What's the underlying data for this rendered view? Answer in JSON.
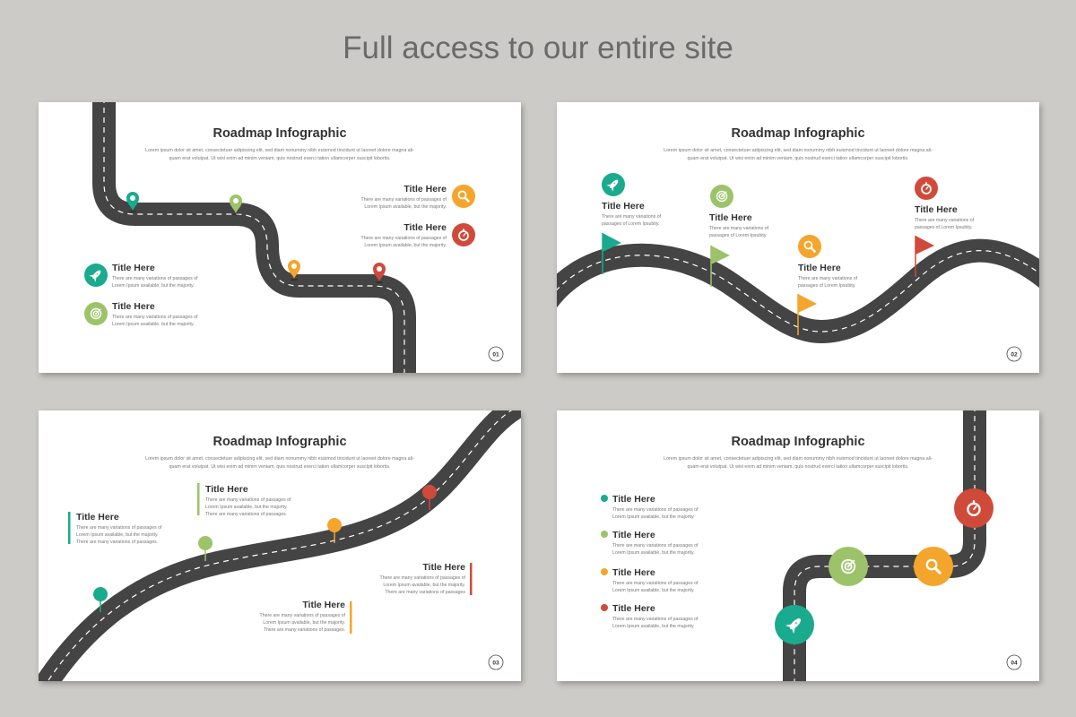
{
  "heading": "Full access to our entire site",
  "colors": {
    "teal": "#1aab8e",
    "green": "#9dc36a",
    "orange": "#f4a52b",
    "red": "#d04a3a",
    "road": "#444444",
    "title": "#333333",
    "body": "#777777"
  },
  "slides": [
    {
      "title": "Roadmap Infographic",
      "paragraph": [
        "Lorem ipsum dolor sit amet, consectetuer adipiscing elit, sed diam nonummy nibh euismod tincidunt ut laoreet dolore magna ali-",
        "quam erat volutpat. Ut wisi enim ad minim veniam, quis nostrud exerci tation ullamcorper suscipit lobortis."
      ],
      "number": "01",
      "items": [
        {
          "title": "Title Here",
          "desc": [
            "There are many variations of passages of",
            "Lorem Ipsum available, but the majority."
          ],
          "color": "teal",
          "icon": "rocket-icon"
        },
        {
          "title": "Title Here",
          "desc": [
            "There are many variations of passages of",
            "Lorem Ipsum available, but the majority."
          ],
          "color": "green",
          "icon": "target-icon"
        },
        {
          "title": "Title Here",
          "desc": [
            "There are many variations of passages of",
            "Lorem Ipsum available, but the majority."
          ],
          "color": "orange",
          "icon": "search-icon"
        },
        {
          "title": "Title Here",
          "desc": [
            "There are many variations of passages of",
            "Lorem Ipsum available, but the majority."
          ],
          "color": "red",
          "icon": "stopwatch-icon"
        }
      ]
    },
    {
      "title": "Roadmap Infographic",
      "paragraph": [
        "Lorem ipsum dolor sit amet, consectetuer adipiscing elit, sed diam nonummy nibh euismod tincidunt ut laoreet dolore magna ali-",
        "quam erat volutpat. Ut wisi enim ad minim veniam, quis nostrud exerci tation ullamcorper suscipit lobortis."
      ],
      "number": "02",
      "items": [
        {
          "title": "Title Here",
          "desc": [
            "There are many variations of",
            "passages of Lorem Ipsubity."
          ],
          "color": "teal",
          "icon": "rocket-icon"
        },
        {
          "title": "Title Here",
          "desc": [
            "There are many variations of",
            "passages of Lorem Ipsubity."
          ],
          "color": "green",
          "icon": "target-icon"
        },
        {
          "title": "Title Here",
          "desc": [
            "There are many variations of",
            "passages of Lorem Ipsubity."
          ],
          "color": "orange",
          "icon": "search-icon"
        },
        {
          "title": "Title Here",
          "desc": [
            "There are many variations of",
            "passages of Lorem Ipsubity."
          ],
          "color": "red",
          "icon": "stopwatch-icon"
        }
      ]
    },
    {
      "title": "Roadmap Infographic",
      "paragraph": [
        "Lorem ipsum dolor sit amet, consectetuer adipiscing elit, sed diam nonummy nibh euismod tincidunt ut laoreet dolore magna ali-",
        "quam erat volutpat. Ut wisi enim ad minim veniam, quis nostrud exerci tation ullamcorper suscipit lobortis."
      ],
      "number": "03",
      "items": [
        {
          "title": "Title Here",
          "desc": [
            "There are many variations of passages of",
            "Lorem Ipsum available, but the majority.",
            "There are many variations of passages."
          ],
          "color": "teal"
        },
        {
          "title": "Title Here",
          "desc": [
            "There are many variations of passages of",
            "Lorem Ipsum available, but the majority.",
            "There are many variations of passages."
          ],
          "color": "green"
        },
        {
          "title": "Title Here",
          "desc": [
            "There are many variations of passages of",
            "Lorem Ipsum available, but the majority.",
            "There are many variations of passages"
          ],
          "color": "red"
        },
        {
          "title": "Title Here",
          "desc": [
            "There are many variations of passages of",
            "Lorem Ipsum available, but the majority.",
            "There are many variations of passages."
          ],
          "color": "orange"
        }
      ]
    },
    {
      "title": "Roadmap Infographic",
      "paragraph": [
        "Lorem ipsum dolor sit amet, consectetuer adipiscing elit, sed diam nonummy nibh euismod tincidunt ut laoreet dolore magna ali-",
        "quam erat volutpat. Ut wisi enim ad minim veniam, quis nostrud exerci tation ullamcorper suscipit lobortis."
      ],
      "number": "04",
      "items": [
        {
          "title": "Title Here",
          "desc": [
            "There are many variations of passages of",
            "Lorem Ipsum available, but the majority."
          ],
          "color": "teal",
          "icon": "rocket-icon"
        },
        {
          "title": "Title Here",
          "desc": [
            "There are many variations of passages of",
            "Lorem Ipsum available, but the majority."
          ],
          "color": "green",
          "icon": "target-icon"
        },
        {
          "title": "Title Here",
          "desc": [
            "There are many variations of passages of",
            "Lorem Ipsum available, but the majority."
          ],
          "color": "orange",
          "icon": "search-icon"
        },
        {
          "title": "Title Here",
          "desc": [
            "There are many variations of passages of",
            "Lorem Ipsum available, but the majority."
          ],
          "color": "red",
          "icon": "stopwatch-icon"
        }
      ]
    }
  ]
}
